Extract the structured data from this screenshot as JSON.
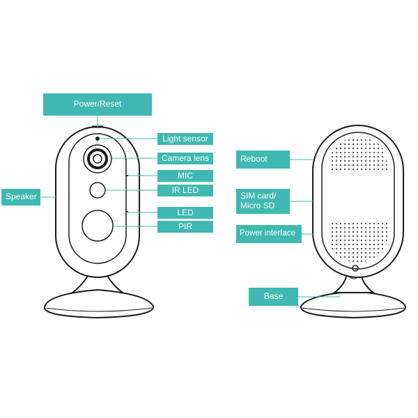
{
  "labels": {
    "power_reset": "Power/Reset",
    "light_sensor": "Light sensor",
    "camera_lens": "Camera lens",
    "mic": "MIC",
    "ir_led": "IR LED",
    "led": "LED",
    "pir": "PIR",
    "speaker": "Speaker",
    "reboot": "Reboot",
    "sim_card": "SIM card/\nMicro SD",
    "power_interface": "Power interface",
    "base": "Base"
  },
  "colors": {
    "label_fill": "#3fb9b1",
    "label_text": "#ffffff",
    "leader_line": "#3fb9b1",
    "device_outline": "#1a1a1a"
  }
}
